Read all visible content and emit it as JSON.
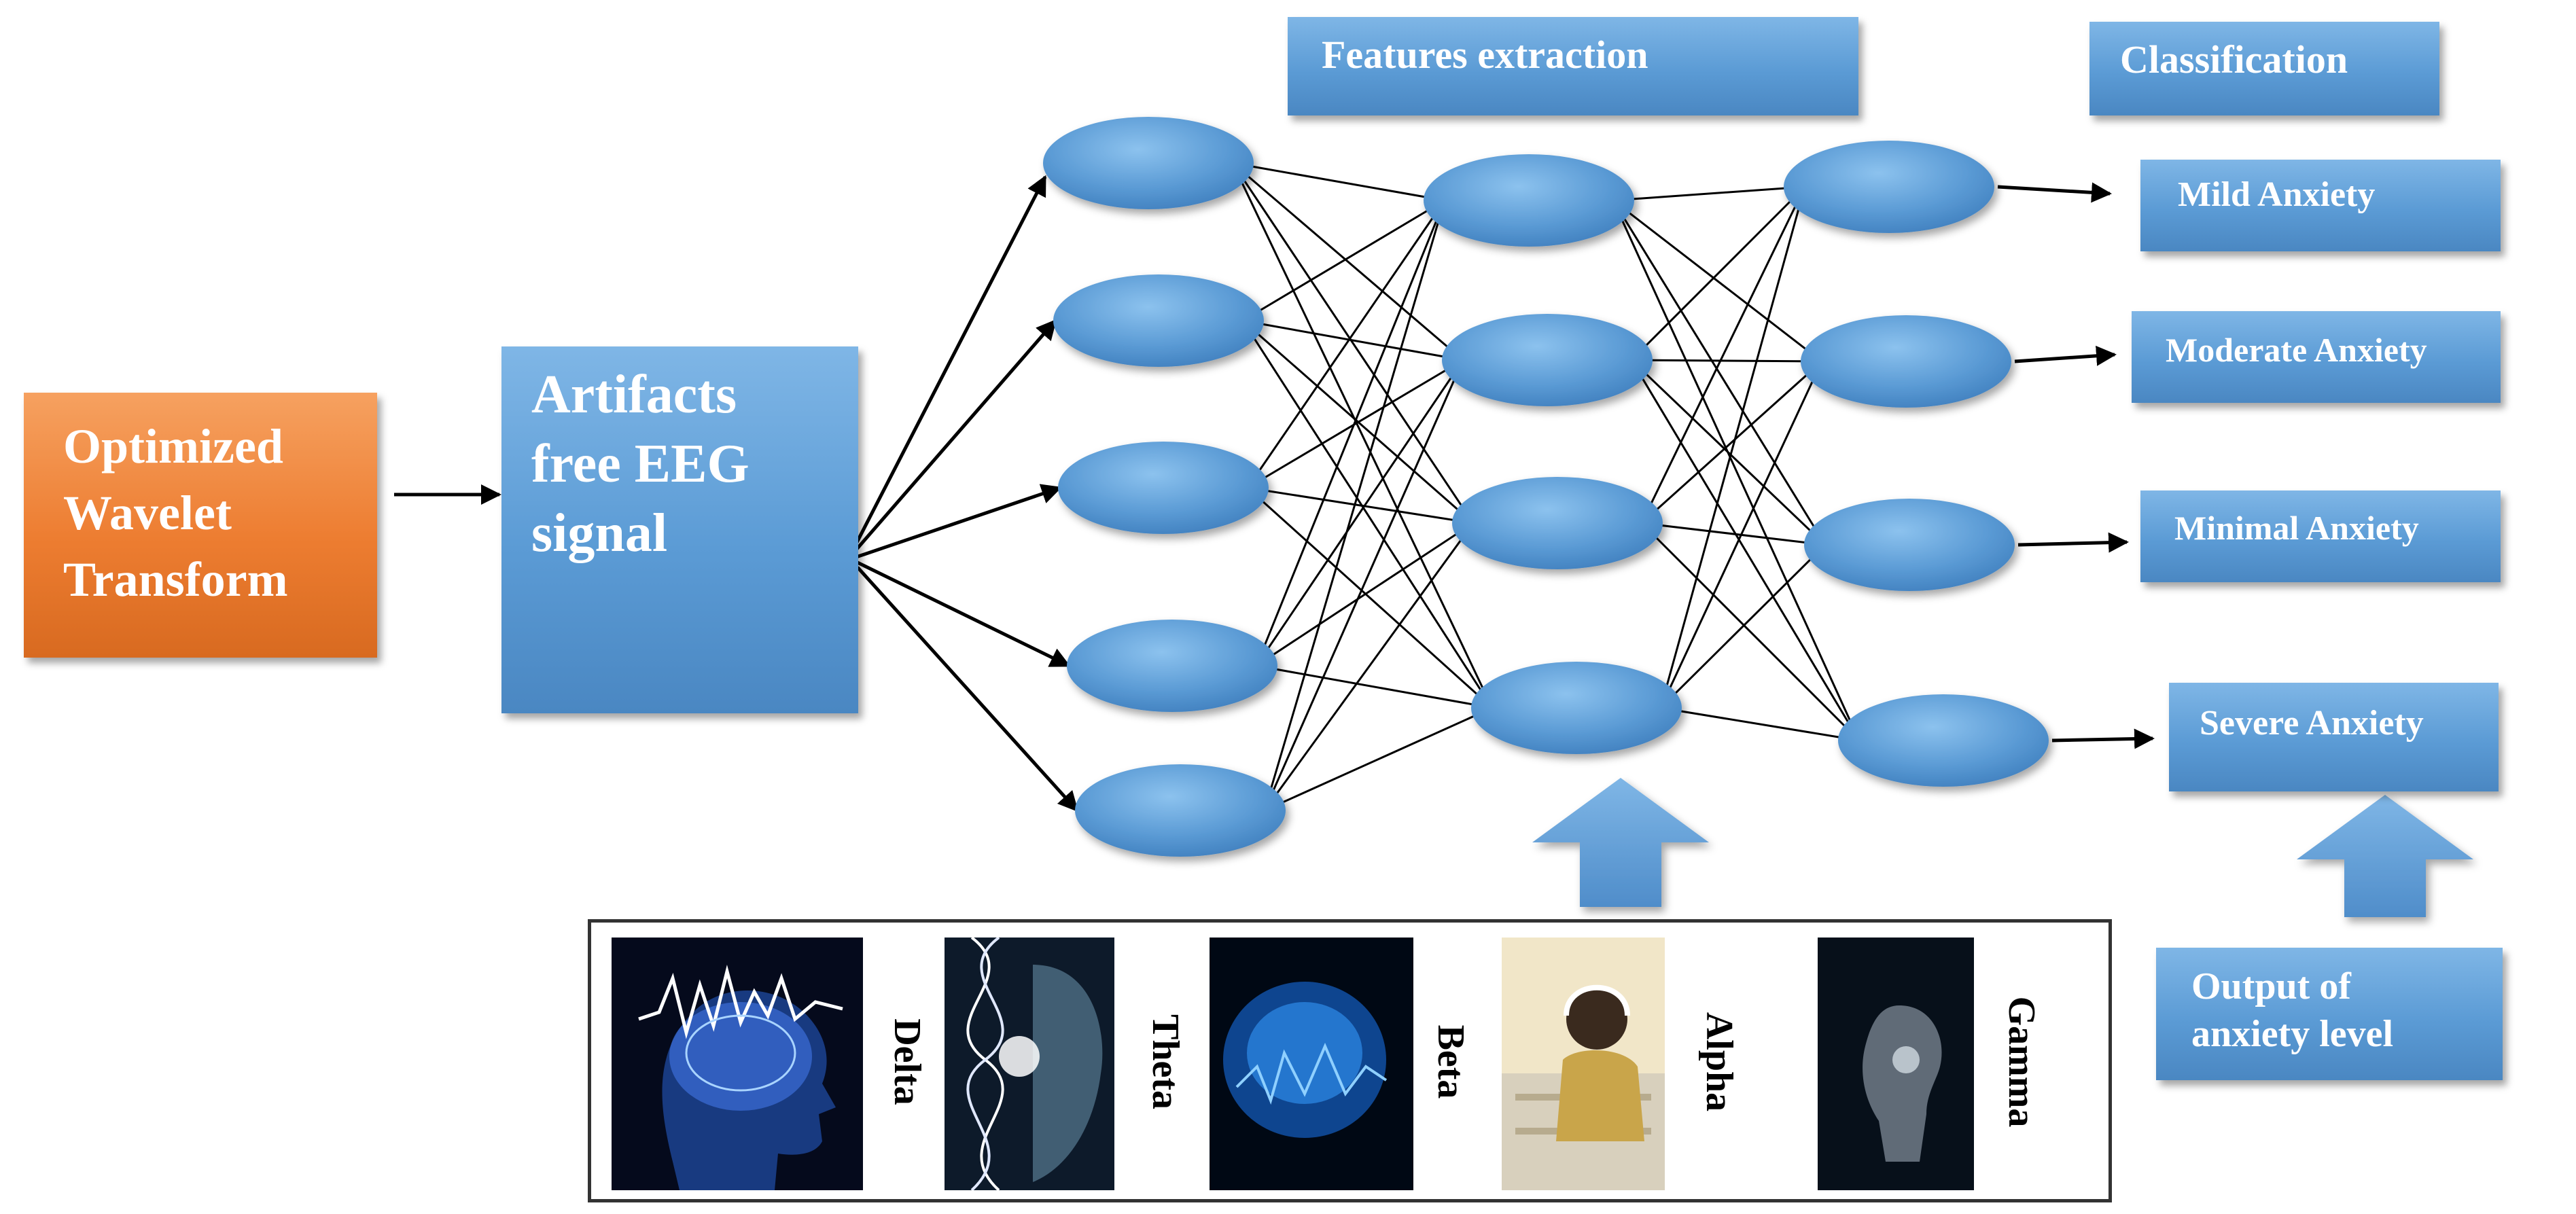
{
  "input_box": {
    "lines": [
      "Optimized",
      "Wavelet",
      "Transform"
    ]
  },
  "signal_box": {
    "lines": [
      "Artifacts",
      "free EEG",
      "signal"
    ]
  },
  "headers": {
    "features": "Features extraction",
    "classification": "Classification"
  },
  "classes": [
    "Mild Anxiety",
    "Moderate Anxiety",
    "Minimal Anxiety",
    "Severe Anxiety"
  ],
  "output_box": {
    "lines": [
      "Output of",
      "anxiety level"
    ]
  },
  "bands": [
    "Delta",
    "Theta",
    "Beta",
    "Alpha",
    "Gamma"
  ],
  "colors": {
    "box_blue": "#5b9bd5",
    "box_orange": "#ed7d31",
    "node_blue": "#5b9bd5",
    "edge": "#000000"
  },
  "thumbnail_icons": [
    "glowing-brain-head-icon",
    "dna-helix-face-icon",
    "blue-brain-scan-icon",
    "person-with-headphones-icon",
    "dark-silhouette-head-icon"
  ]
}
